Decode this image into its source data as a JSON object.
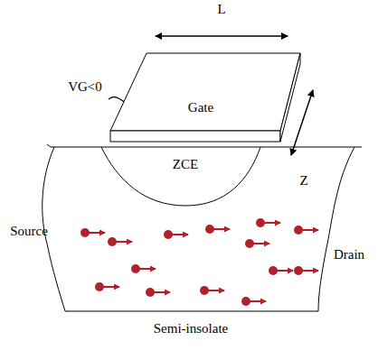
{
  "diagram": {
    "nodes": [
      {
        "text": [
          "Gate"
        ]
      }
    ],
    "labels": [
      "L",
      "VG<0",
      "Z",
      "ZCE",
      "Source",
      "Drain",
      "Semi-insolate"
    ]
  }
}
